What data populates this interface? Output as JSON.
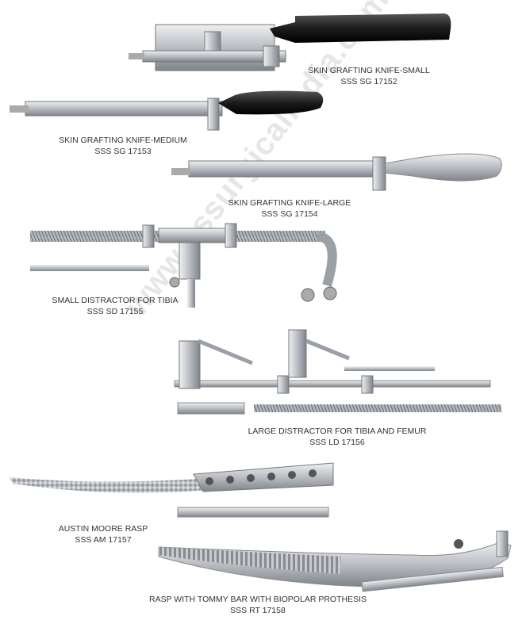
{
  "watermark": "www.sssurgicalindia.com",
  "products": [
    {
      "name": "SKIN GRAFTING KNIFE-SMALL",
      "code": "SSS SG 17152"
    },
    {
      "name": "SKIN GRAFTING KNIFE-MEDIUM",
      "code": "SSS SG 17153"
    },
    {
      "name": "SKIN GRAFTING KNIFE-LARGE",
      "code": "SSS SG 17154"
    },
    {
      "name": "SMALL DISTRACTOR FOR TIBIA",
      "code": "SSS SD 17155"
    },
    {
      "name": "LARGE  DISTRACTOR FOR TIBIA AND FEMUR",
      "code": "SSS LD 17156"
    },
    {
      "name": "AUSTIN MOORE RASP",
      "code": "SSS AM 17157"
    },
    {
      "name": "RASP WITH TOMMY BAR WITH BIOPOLAR PROTHESIS",
      "code": "SSS RT 17158"
    }
  ],
  "colors": {
    "steel": "#c9ccd0",
    "steel_dark": "#8a8e94",
    "handle_black": "#1c1c1c",
    "caption": "#333333"
  }
}
